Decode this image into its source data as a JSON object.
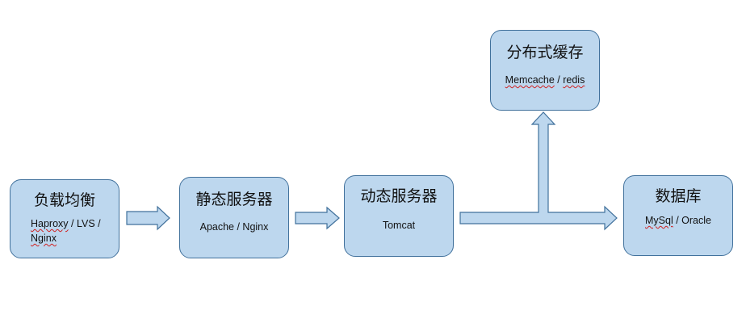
{
  "nodes": {
    "lb": {
      "title": "负载均衡",
      "line1_underlined": "Haproxy",
      "line1_rest": " / LVS /",
      "line2_underlined": "Nginx"
    },
    "static": {
      "title": "静态服务器",
      "subtitle": "Apache / Nginx"
    },
    "dynamic": {
      "title": "动态服务器",
      "subtitle": "Tomcat"
    },
    "cache": {
      "title": "分布式缓存",
      "sub_underlined_1": "Memcache",
      "sub_sep": " / ",
      "sub_underlined_2": "redis"
    },
    "db": {
      "title": "数据库",
      "sub_underlined": "MySql",
      "sub_rest": " / Oracle"
    }
  },
  "colors": {
    "box_fill": "#bdd7ee",
    "box_border": "#41719c",
    "arrow_fill": "#bdd7ee",
    "arrow_border": "#41719c"
  }
}
